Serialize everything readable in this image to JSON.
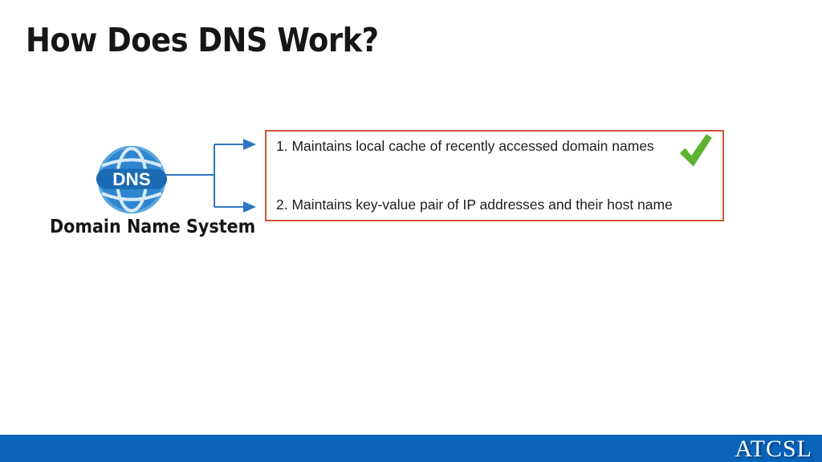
{
  "slide": {
    "title": "How Does DNS Work?",
    "dns_icon": {
      "label": "DNS"
    },
    "caption": "Domain Name System",
    "points": [
      {
        "text": "1. Maintains local cache of recently accessed domain names",
        "checked": true
      },
      {
        "text": "2. Maintains key-value pair of IP addresses and their host name",
        "checked": false
      }
    ],
    "footer": {
      "logo": "ATCSL"
    },
    "colors": {
      "box_border": "#cd5438",
      "arrow_blue": "#2b76c2",
      "check_green": "#5bb331",
      "footer_blue": "#0a64ba",
      "globe_fill": "#2e86d0",
      "globe_rim": "#5aa7dd",
      "globe_band": "#1b6ab4",
      "globe_grid": "#d9eaf8",
      "title_color": "#161616"
    }
  }
}
